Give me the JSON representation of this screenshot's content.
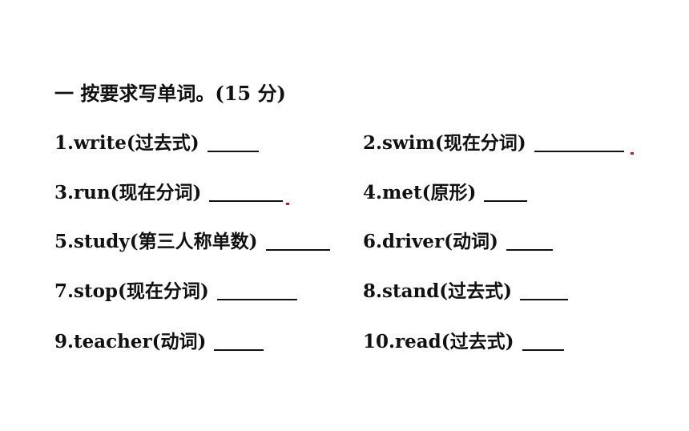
{
  "section": {
    "title": "一 按要求写单词。(15 分)"
  },
  "items": [
    {
      "text": "1.write(过去式)"
    },
    {
      "text": "2.swim(现在分词)"
    },
    {
      "text": "3.run(现在分词)"
    },
    {
      "text": "4.met(原形)"
    },
    {
      "text": "5.study(第三人称单数)"
    },
    {
      "text": "6.driver(动词)"
    },
    {
      "text": "7.stop(现在分词)"
    },
    {
      "text": "8.stand(过去式)"
    },
    {
      "text": "9.teacher(动词)"
    },
    {
      "text": "10.read(过去式)"
    }
  ],
  "colors": {
    "text": "#111111",
    "background": "#ffffff",
    "red_mark": "#b22222"
  }
}
